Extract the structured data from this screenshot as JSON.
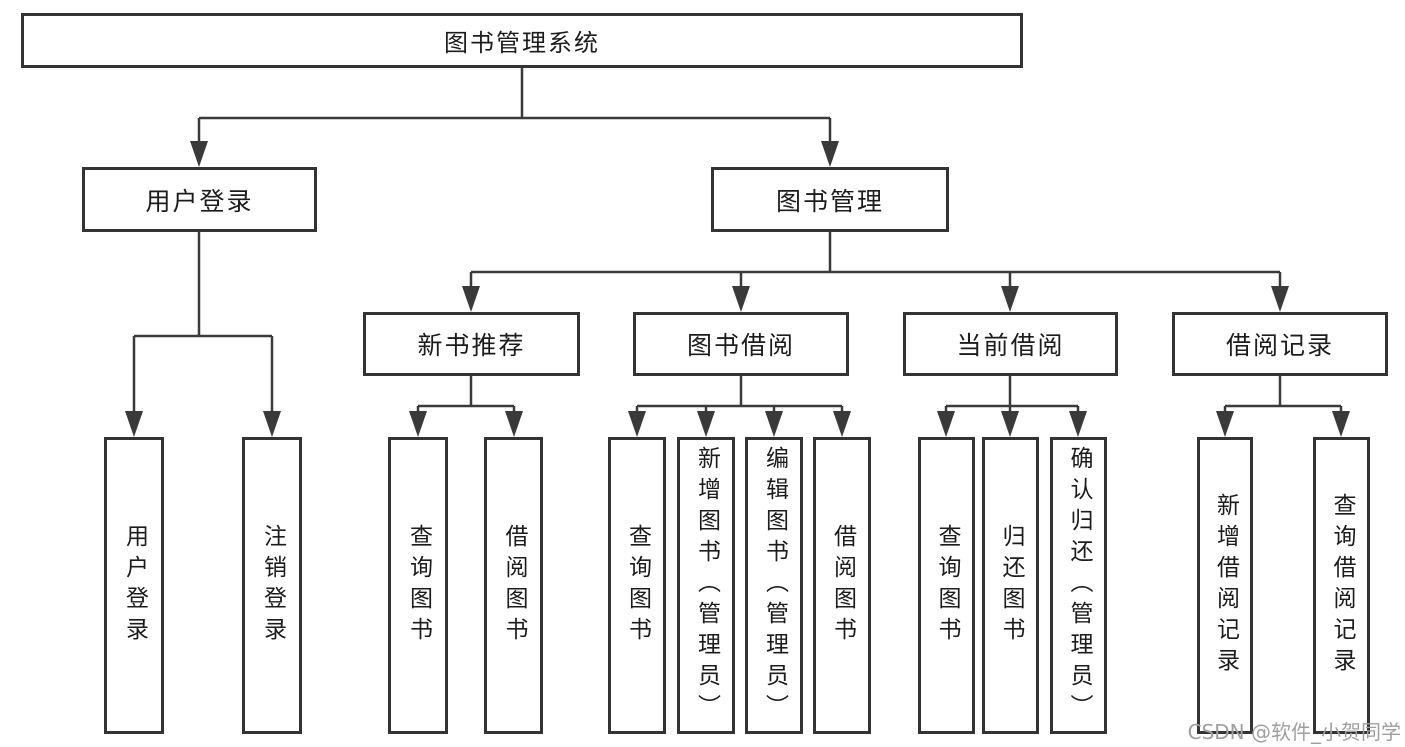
{
  "diagram": {
    "root": {
      "label": "图书管理系统"
    },
    "level2": [
      {
        "label": "用户登录"
      },
      {
        "label": "图书管理"
      }
    ],
    "level3": [
      {
        "label": "新书推荐"
      },
      {
        "label": "图书借阅"
      },
      {
        "label": "当前借阅"
      },
      {
        "label": "借阅记录"
      }
    ],
    "leaves": {
      "user_login": [
        {
          "label": "用户登录"
        },
        {
          "label": "注销登录"
        }
      ],
      "new_book_recommend": [
        {
          "label": "查询图书"
        },
        {
          "label": "借阅图书"
        }
      ],
      "book_borrowing": [
        {
          "label": "查询图书"
        },
        {
          "label": "新增图书（管理员）"
        },
        {
          "label": "编辑图书（管理员）"
        },
        {
          "label": "借阅图书"
        }
      ],
      "current_borrowing": [
        {
          "label": "查询图书"
        },
        {
          "label": "归还图书"
        },
        {
          "label": "确认归还（管理员）"
        }
      ],
      "borrow_records": [
        {
          "label": "新增借阅记录"
        },
        {
          "label": "查询借阅记录"
        }
      ]
    }
  },
  "watermark": {
    "text": "CSDN @软件_小贺同学"
  },
  "colors": {
    "line": "#3a3a3a",
    "border": "#333333",
    "text": "#1c1c1c",
    "watermark": "#9f9f9f",
    "background": "#ffffff"
  }
}
